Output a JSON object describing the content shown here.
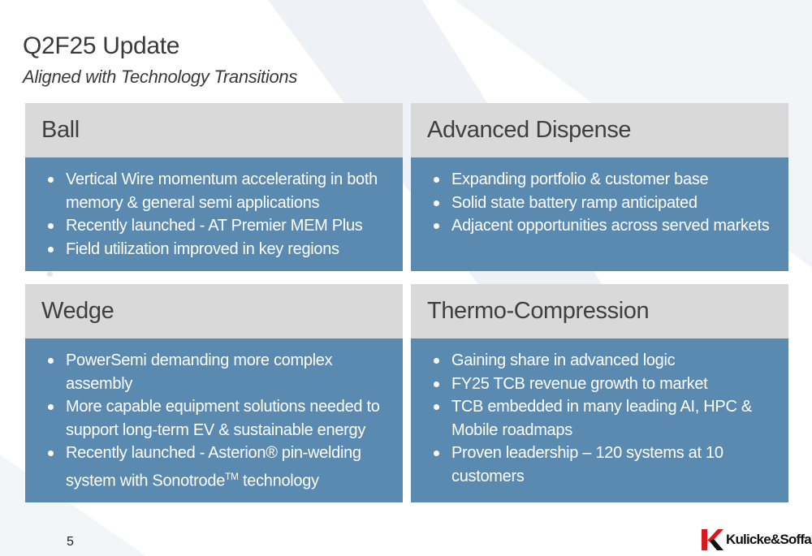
{
  "slide": {
    "title": "Q2F25 Update",
    "subtitle": "Aligned with Technology Transitions",
    "page_number": "5"
  },
  "panels": [
    {
      "title": "Ball",
      "bullets": [
        "Vertical Wire momentum accelerating in both memory & general semi applications",
        "Recently launched - AT Premier MEM Plus",
        "Field utilization improved in key regions"
      ]
    },
    {
      "title": "Advanced Dispense",
      "bullets": [
        "Expanding portfolio & customer base",
        "Solid state battery ramp anticipated",
        "Adjacent opportunities across served markets"
      ]
    },
    {
      "title": "Wedge",
      "bullets": [
        "PowerSemi demanding more complex assembly",
        "More capable equipment solutions needed to support long-term EV & sustainable energy",
        "Recently launched - Asterion® pin-welding system with Sonotrode",
        "TM",
        "technology"
      ]
    },
    {
      "title": "Thermo-Compression",
      "bullets": [
        "Gaining share in advanced logic",
        "FY25 TCB revenue growth to market",
        "TCB embedded in many leading AI, HPC & Mobile roadmaps",
        "Proven leadership – 120 systems at 10 customers"
      ]
    }
  ],
  "logo": {
    "text": "Kulicke&Soffa",
    "icon": "ks-logo-icon",
    "color": "#d7191f"
  },
  "colors": {
    "header_bg": "#d9d9d9",
    "body_bg": "#5b8ab0",
    "title_text": "#3a3a3a"
  }
}
